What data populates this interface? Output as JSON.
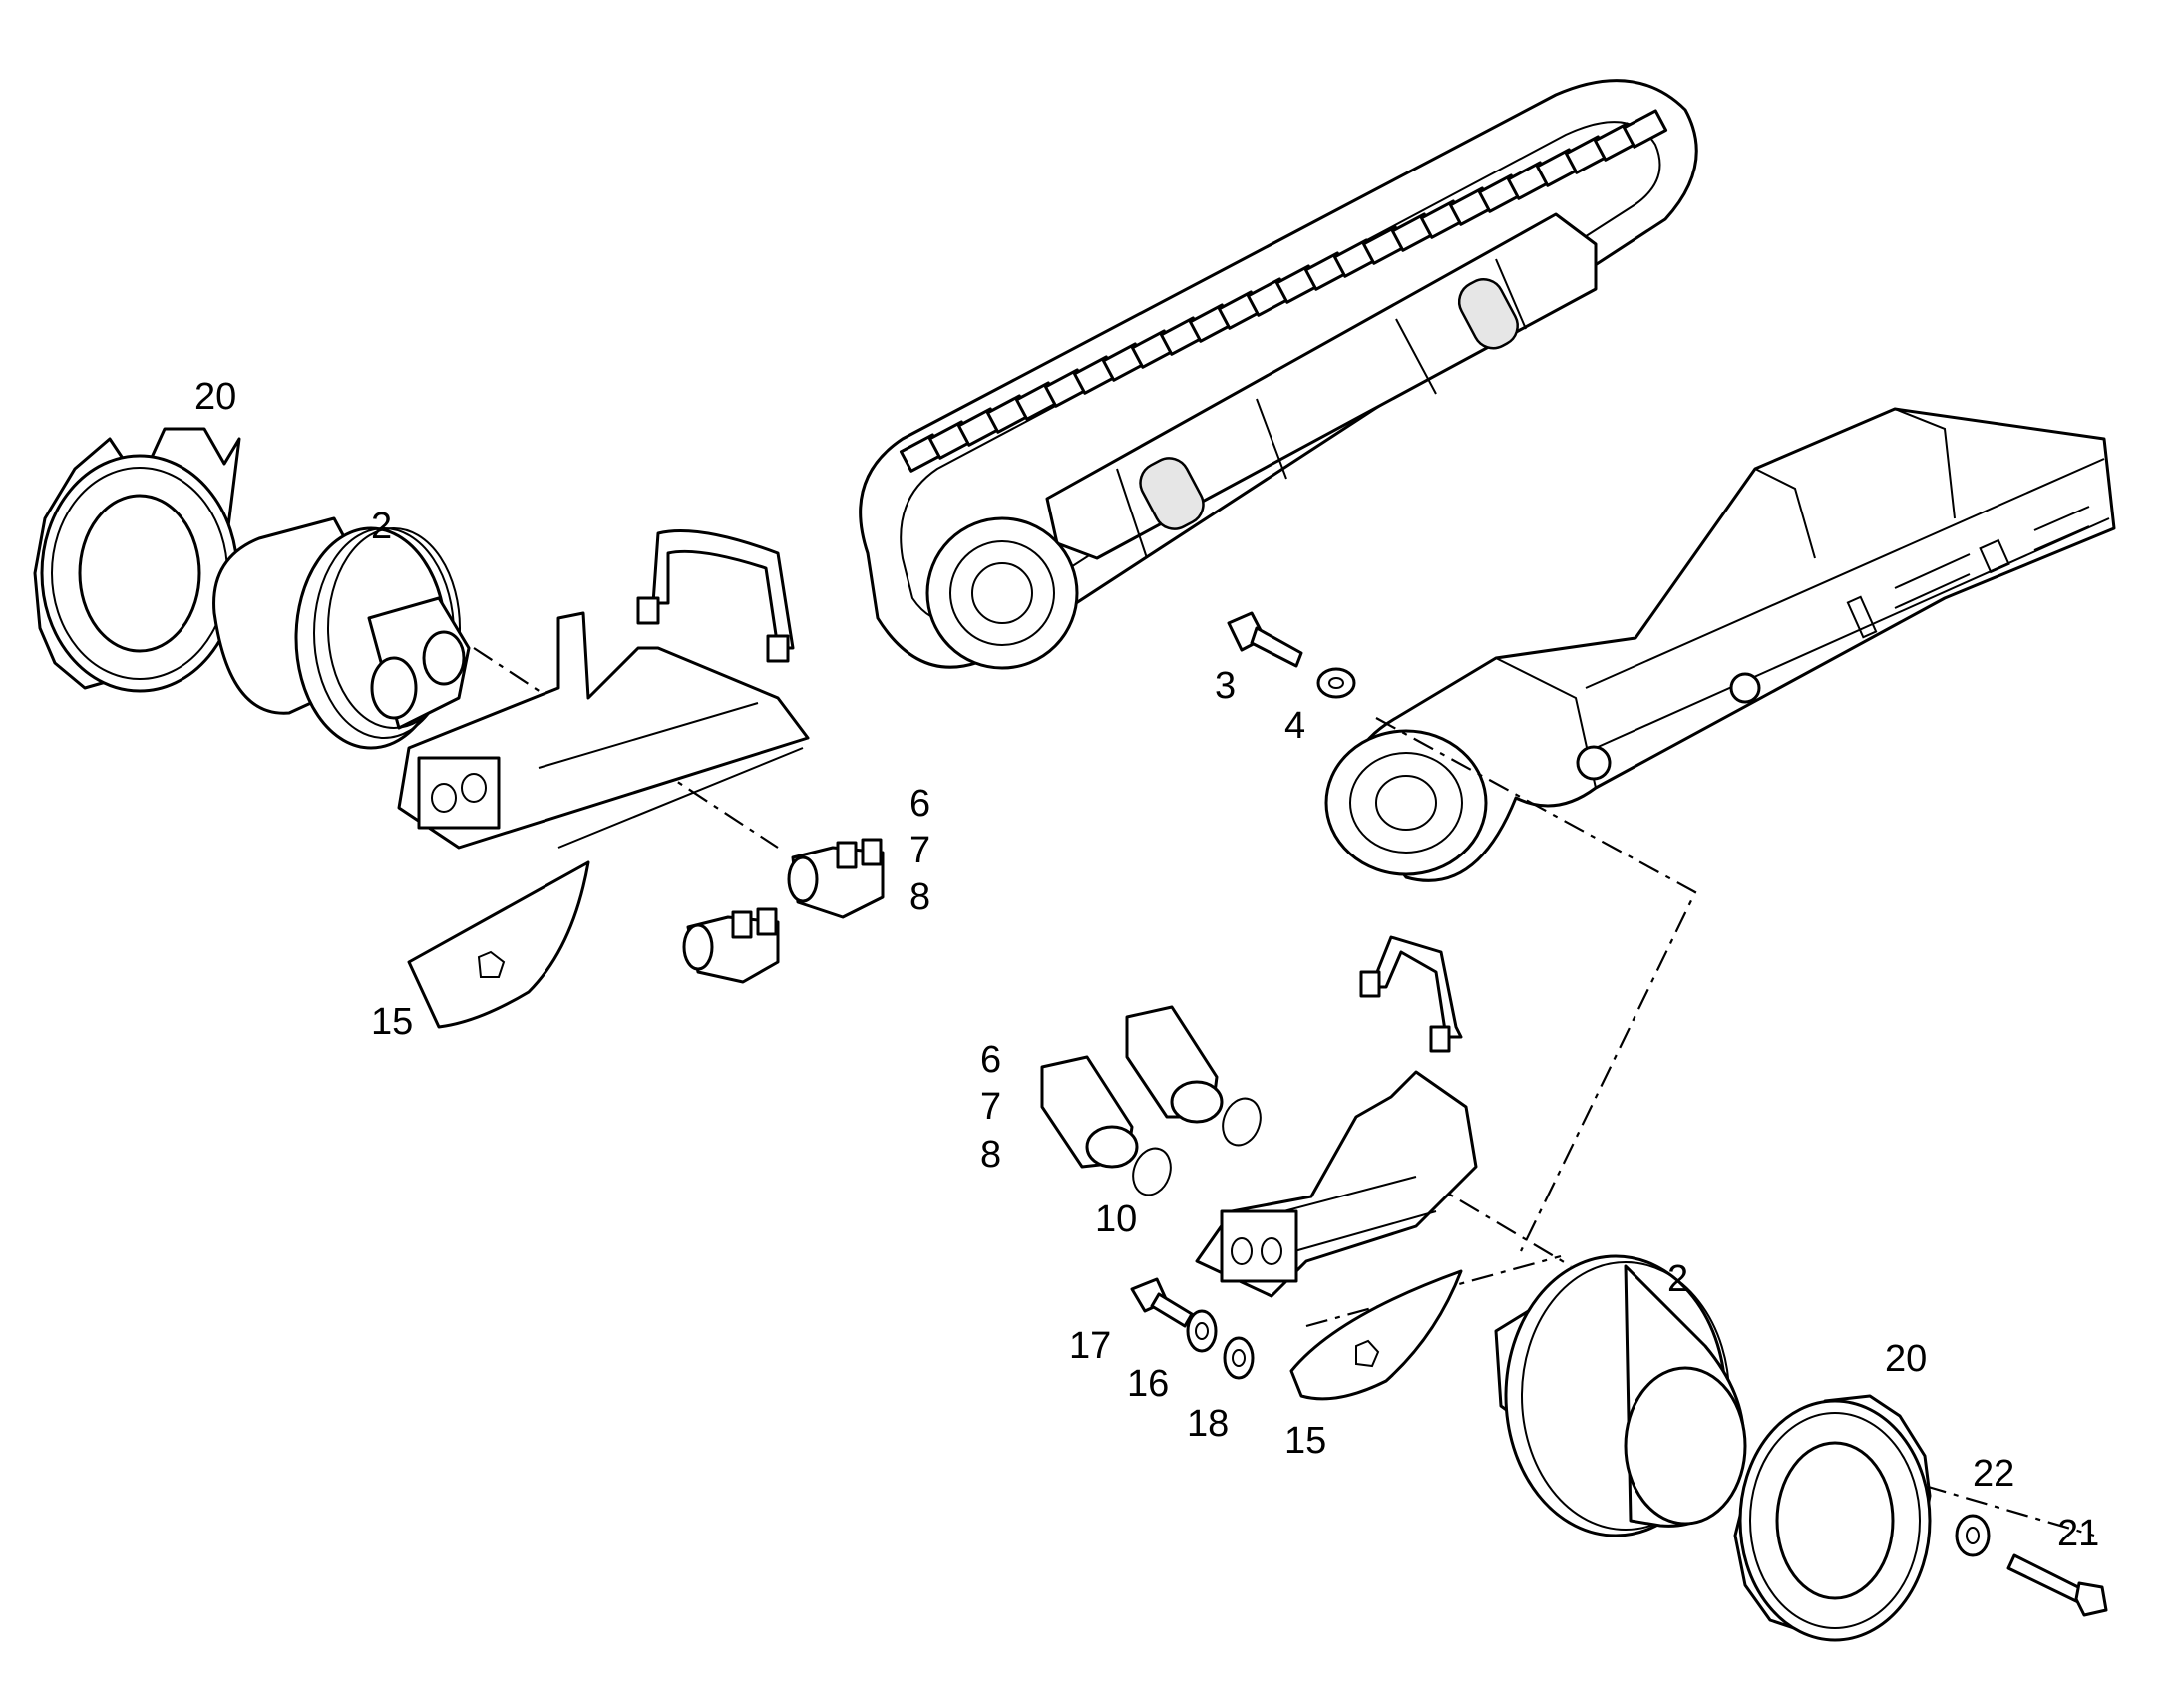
{
  "labels": {
    "left_sprocket": "20",
    "left_motor": "2",
    "left_valves": [
      "6",
      "7",
      "8"
    ],
    "left_cover": "15",
    "bolt_3": "3",
    "washer_4": "4",
    "right_valves": [
      "6",
      "7",
      "8"
    ],
    "oring_10": "10",
    "right_motor": "2",
    "right_sprocket": "20",
    "screw_17": "17",
    "washer_16": "16",
    "washer_18": "18",
    "right_cover": "15",
    "washer_22": "22",
    "bolt_21": "21"
  }
}
